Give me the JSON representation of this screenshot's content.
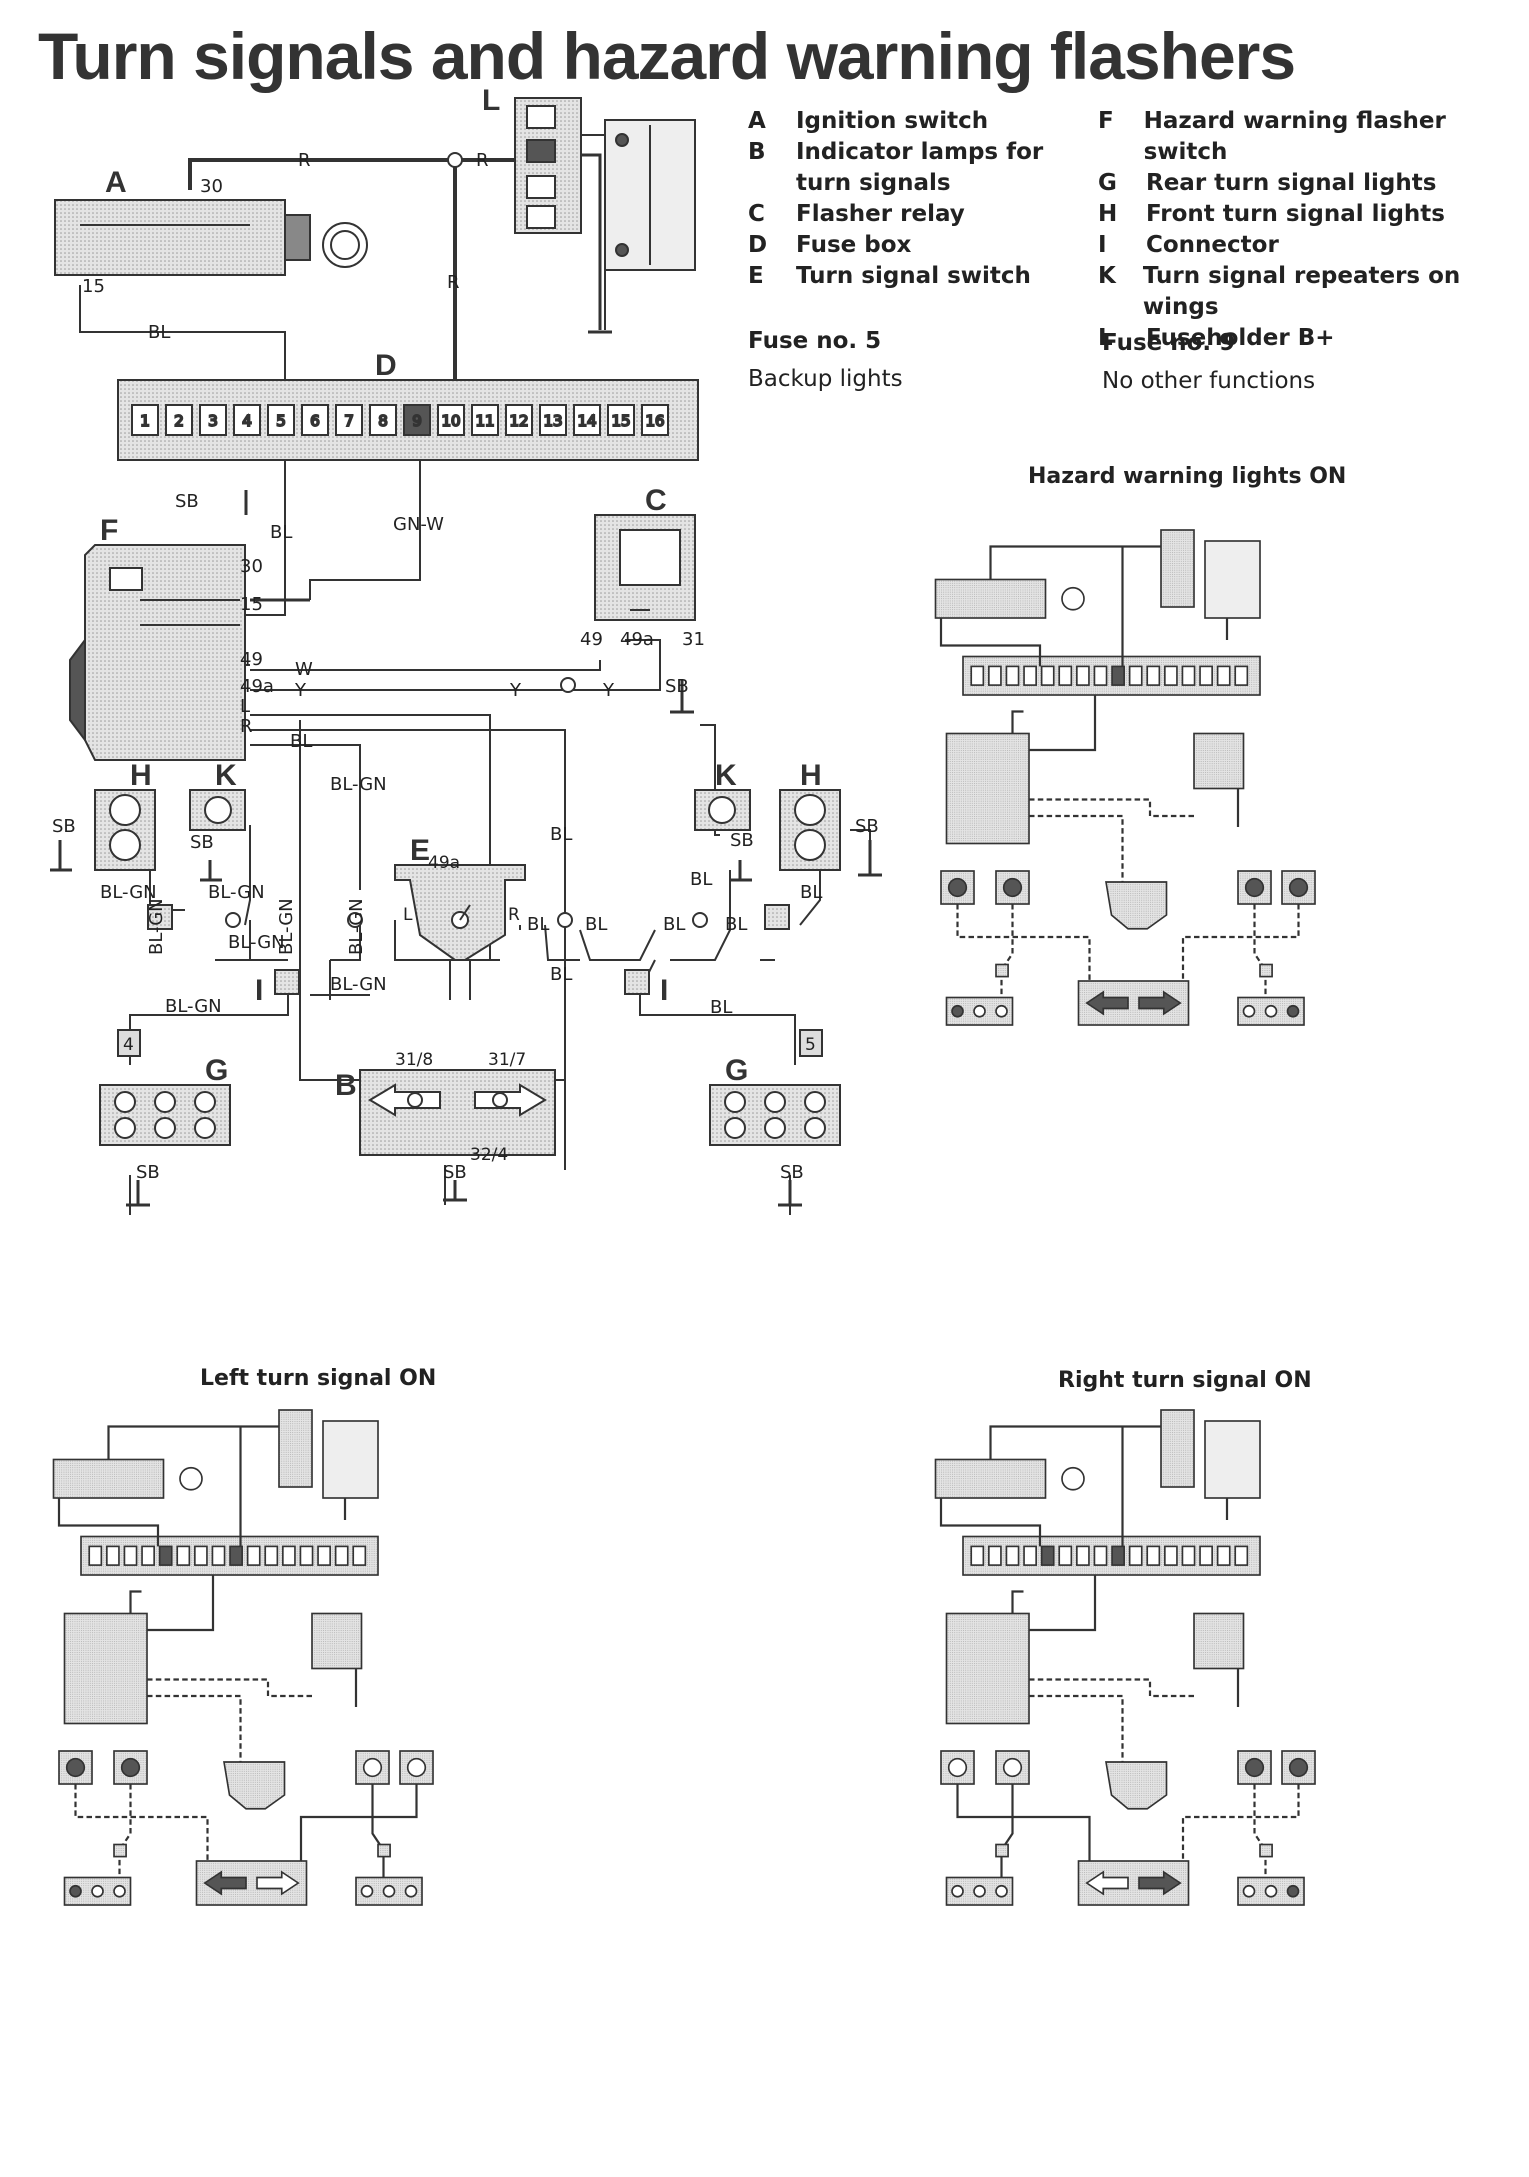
{
  "title": "Turn signals and hazard warning flashers",
  "legend_left": [
    {
      "key": "A",
      "label": "Ignition switch"
    },
    {
      "key": "B",
      "label": "Indicator lamps for turn signals"
    },
    {
      "key": "C",
      "label": "Flasher relay"
    },
    {
      "key": "D",
      "label": "Fuse box"
    },
    {
      "key": "E",
      "label": "Turn signal switch"
    }
  ],
  "legend_right": [
    {
      "key": "F",
      "label": "Hazard warning flasher switch"
    },
    {
      "key": "G",
      "label": "Rear turn signal lights"
    },
    {
      "key": "H",
      "label": "Front turn signal lights"
    },
    {
      "key": "I",
      "label": "Connector"
    },
    {
      "key": "K",
      "label": "Turn signal repeaters on wings"
    },
    {
      "key": "L",
      "label": "Fuseholder B+"
    }
  ],
  "fuse5": {
    "heading": "Fuse no. 5",
    "text": "Backup lights"
  },
  "fuse9": {
    "heading": "Fuse no. 9",
    "text": "No other functions"
  },
  "captions": {
    "hazard": "Hazard warning lights ON",
    "left": "Left turn signal ON",
    "right": "Right turn signal ON"
  },
  "components": {
    "A": "A",
    "B": "B",
    "C": "C",
    "D": "D",
    "E": "E",
    "F": "F",
    "G": "G",
    "H": "H",
    "I": "I",
    "K": "K",
    "L": "L"
  },
  "fuse_numbers": [
    "1",
    "2",
    "3",
    "4",
    "5",
    "6",
    "7",
    "8",
    "9",
    "10",
    "11",
    "12",
    "13",
    "14",
    "15",
    "16"
  ],
  "wires": {
    "R": "R",
    "BL": "BL",
    "GNW": "GN-W",
    "SB": "SB",
    "W": "W",
    "Y": "Y",
    "L": "L",
    "BLGN": "BL-GN"
  },
  "terminals": {
    "t30": "30",
    "t15": "15",
    "t49": "49",
    "t49a": "49a",
    "t31": "31",
    "t318": "31/8",
    "t317": "31/7",
    "t324": "32/4",
    "g4": "4",
    "g5": "5",
    "eL": "L",
    "eR": "R"
  },
  "colors": {
    "line": "#333333",
    "panel": "#d9d9d9",
    "fuse_active": "#555555"
  }
}
